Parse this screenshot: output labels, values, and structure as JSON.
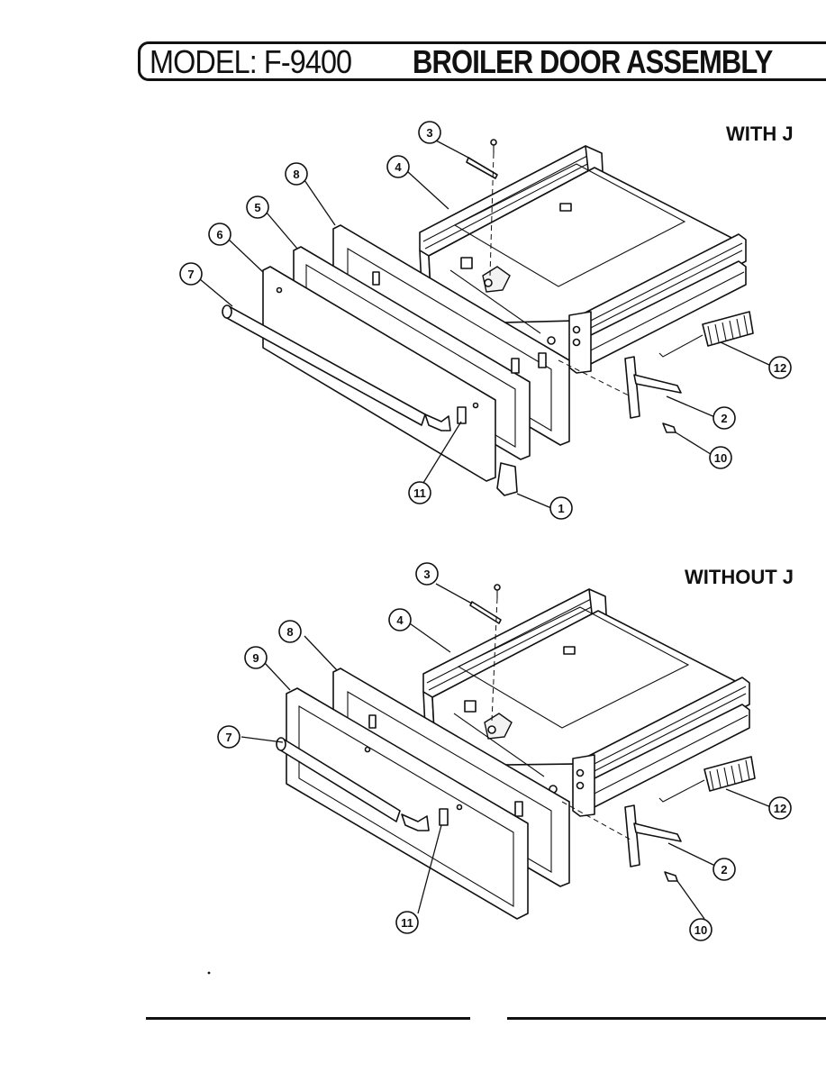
{
  "header": {
    "model_label": "MODEL: F-9400",
    "assembly_title": "BROILER DOOR ASSEMBLY"
  },
  "variants": [
    {
      "label": "WITH J",
      "callouts": [
        "3",
        "4",
        "8",
        "5",
        "6",
        "7",
        "12",
        "2",
        "10",
        "11",
        "1"
      ]
    },
    {
      "label": "WITHOUT J",
      "callouts": [
        "3",
        "4",
        "8",
        "9",
        "7",
        "12",
        "2",
        "10",
        "11"
      ]
    }
  ]
}
